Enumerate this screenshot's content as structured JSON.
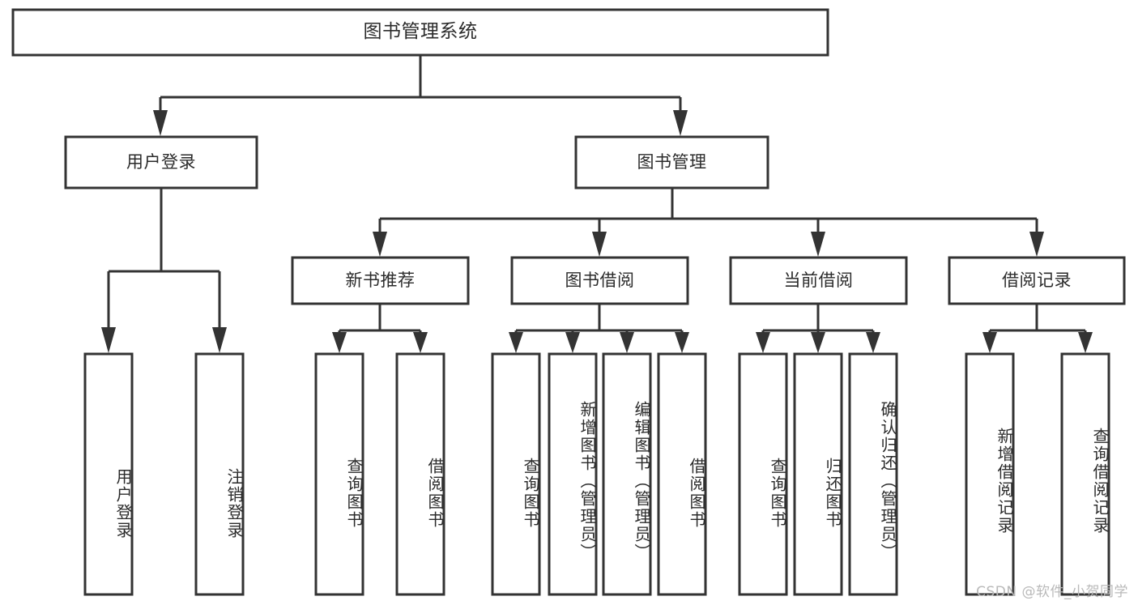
{
  "diagram": {
    "title": "图书管理系统",
    "type": "tree",
    "root": {
      "label": "图书管理系统"
    },
    "level2": [
      {
        "label": "用户登录"
      },
      {
        "label": "图书管理"
      }
    ],
    "level3": [
      {
        "label": "新书推荐"
      },
      {
        "label": "图书借阅"
      },
      {
        "label": "当前借阅"
      },
      {
        "label": "借阅记录"
      }
    ],
    "leaves": {
      "user_login": [
        {
          "label": "用户登录"
        },
        {
          "label": "注销登录"
        }
      ],
      "new_book_recommend": [
        {
          "label": "查询图书"
        },
        {
          "label": "借阅图书"
        }
      ],
      "book_borrow": [
        {
          "label": "查询图书"
        },
        {
          "label": "新增图书（管理员）"
        },
        {
          "label": "编辑图书（管理员）"
        },
        {
          "label": "借阅图书"
        }
      ],
      "current_borrow": [
        {
          "label": "查询图书"
        },
        {
          "label": "归还图书"
        },
        {
          "label": "确认归还（管理员）"
        }
      ],
      "borrow_record": [
        {
          "label": "新增借阅记录"
        },
        {
          "label": "查询借阅记录"
        }
      ]
    }
  },
  "watermark": {
    "text": "CSDN @软件_小贺同学"
  },
  "colors": {
    "box_stroke": "#333333",
    "box_fill": "#ffffff",
    "text": "#2b2b2b",
    "watermark": "#b9b9b9",
    "background": "#ffffff"
  }
}
